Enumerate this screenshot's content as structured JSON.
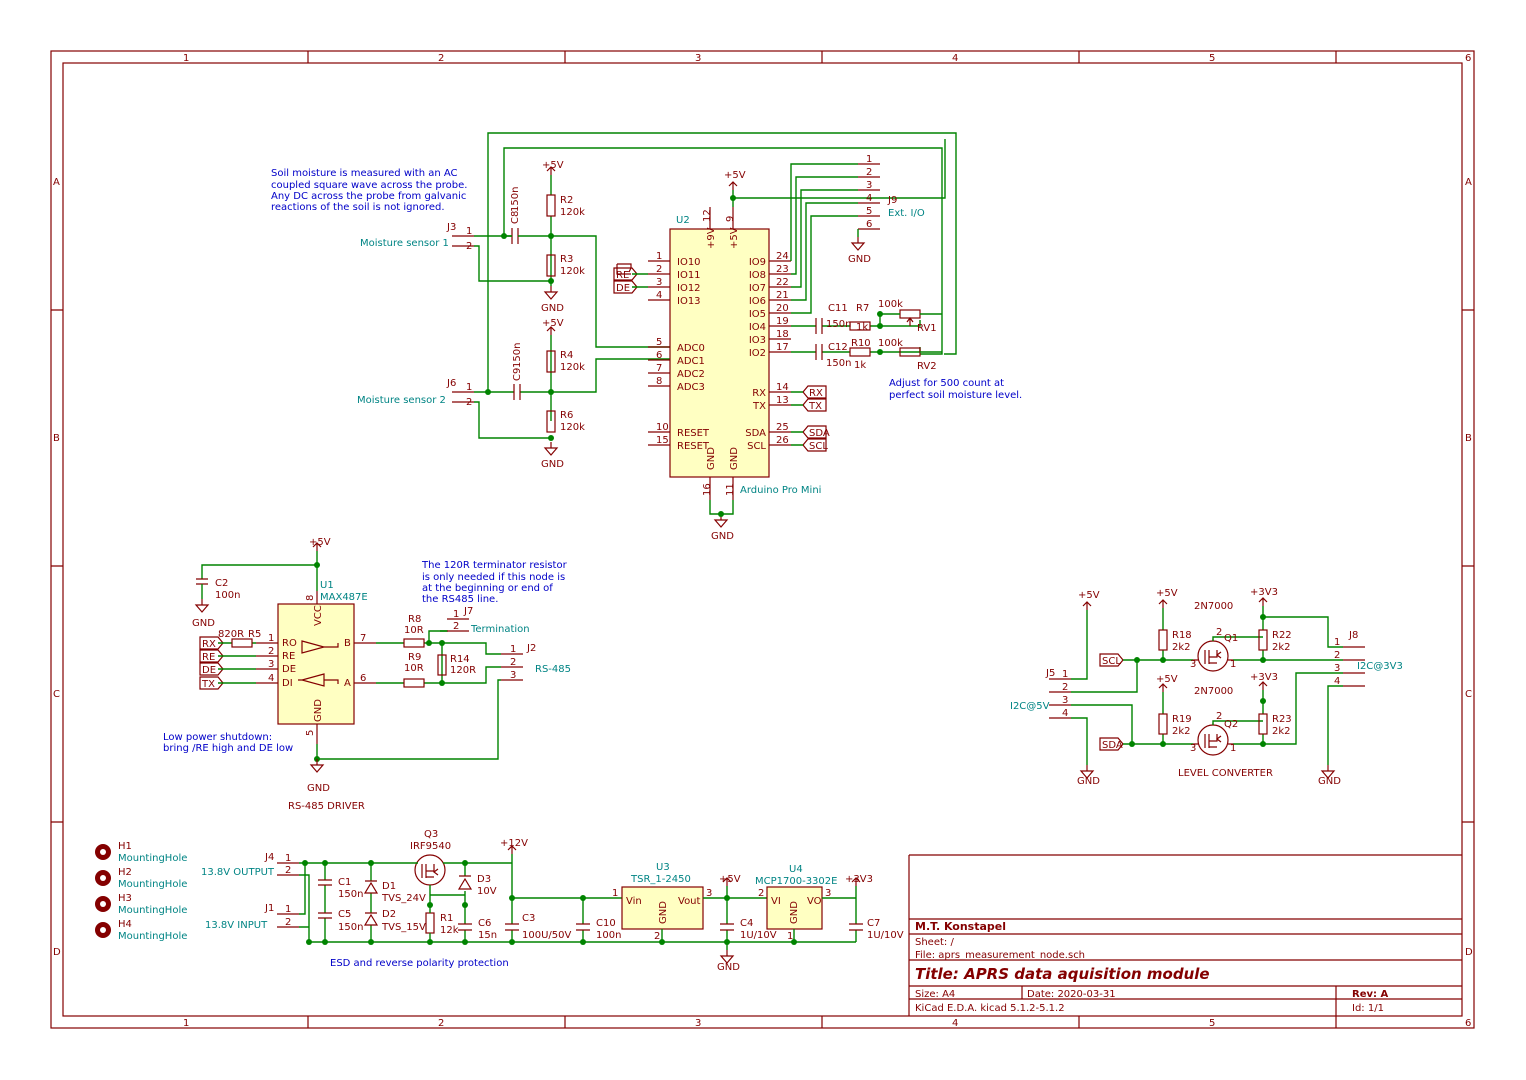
{
  "border": {
    "columns": [
      "1",
      "2",
      "3",
      "4",
      "5",
      "6"
    ],
    "rows": [
      "A",
      "B",
      "C",
      "D"
    ]
  },
  "title_block": {
    "author": "M.T. Konstapel",
    "sheet": "Sheet: /",
    "file": "File: aprs_measurement_node.sch",
    "title": "Title: APRS data aquisition module",
    "size": "Size: A4",
    "date": "Date: 2020-03-31",
    "rev": "Rev: A",
    "tool": "KiCad E.D.A.  kicad 5.1.2-5.1.2",
    "id": "Id: 1/1"
  },
  "notes": {
    "soil_line1": "Soil moisture is measured with an AC",
    "soil_line2": "coupled square wave across the probe.",
    "soil_line3": "Any DC across the probe from galvanic",
    "soil_line4": "reactions of the soil is not ignored.",
    "adjust_line1": "Adjust for 500 count at",
    "adjust_line2": "perfect soil moisture level.",
    "term_line1": "The 120R terminator resistor",
    "term_line2": "is only needed if this node is",
    "term_line3": "at the beginning or end of",
    "term_line4": "the RS485 line.",
    "lp_line1": "Low power shutdown:",
    "lp_line2": "bring /RE high and DE low",
    "rs485_driver": "RS-485 DRIVER",
    "esd": "ESD and reverse polarity protection",
    "level_converter": "LEVEL CONVERTER"
  },
  "power": {
    "p5v": "+5V",
    "p3v3": "+3V3",
    "p12v": "+12V",
    "gnd": "GND"
  },
  "arduino": {
    "ref": "U2",
    "name": "Arduino Pro Mini",
    "left_pins": [
      {
        "num": "1",
        "name": "IO10"
      },
      {
        "num": "2",
        "name": "IO11"
      },
      {
        "num": "3",
        "name": "IO12"
      },
      {
        "num": "4",
        "name": "IO13"
      },
      {
        "num": "5",
        "name": "ADC0"
      },
      {
        "num": "6",
        "name": "ADC1"
      },
      {
        "num": "7",
        "name": "ADC2"
      },
      {
        "num": "8",
        "name": "ADC3"
      },
      {
        "num": "10",
        "name": "RESET"
      },
      {
        "num": "15",
        "name": "RESET"
      }
    ],
    "right_pins": [
      {
        "num": "24",
        "name": "IO9"
      },
      {
        "num": "23",
        "name": "IO8"
      },
      {
        "num": "22",
        "name": "IO7"
      },
      {
        "num": "21",
        "name": "IO6"
      },
      {
        "num": "20",
        "name": "IO5"
      },
      {
        "num": "19",
        "name": "IO4"
      },
      {
        "num": "18",
        "name": "IO3"
      },
      {
        "num": "17",
        "name": "IO2"
      },
      {
        "num": "14",
        "name": "RX"
      },
      {
        "num": "13",
        "name": "TX"
      },
      {
        "num": "25",
        "name": "SDA"
      },
      {
        "num": "26",
        "name": "SCL"
      }
    ],
    "top_pins": [
      {
        "num": "12",
        "name": "+9V"
      },
      {
        "num": "9",
        "name": "+5V"
      }
    ],
    "bottom_pins": [
      {
        "num": "16",
        "name": "GND"
      },
      {
        "num": "11",
        "name": "GND"
      }
    ]
  },
  "components": {
    "J3": "J3",
    "J3_name": "Moisture sensor 1",
    "J6": "J6",
    "J6_name": "Moisture sensor 2",
    "C8": "C8",
    "C8v": "150n",
    "C9": "C9",
    "C9v": "150n",
    "R2": "R2",
    "R2v": "120k",
    "R3": "R3",
    "R3v": "120k",
    "R4": "R4",
    "R4v": "120k",
    "R6": "R6",
    "R6v": "120k",
    "J9": "J9",
    "J9_name": "Ext. I/O",
    "C11": "C11",
    "C11v": "150n",
    "C12": "C12",
    "C12v": "150n",
    "R7": "R7",
    "R7v": "1k",
    "R10": "R10",
    "R10v": "1k",
    "RV1": "RV1",
    "RV1v": "100k",
    "RV2": "RV2",
    "RV2v": "100k",
    "U1": "U1",
    "U1v": "MAX487E",
    "C2": "C2",
    "C2v": "100n",
    "R5": "R5",
    "R5v": "820R",
    "R8": "R8",
    "R8v": "10R",
    "R9": "R9",
    "R9v": "10R",
    "R14": "R14",
    "R14v": "120R",
    "J7": "J7",
    "J7_name": "Termination",
    "J2": "J2",
    "J2_name": "RS-485",
    "J5": "J5",
    "J5_name": "I2C@5V",
    "J8": "J8",
    "J8_name": "I2C@3V3",
    "R18": "R18",
    "R18v": "2k2",
    "R19": "R19",
    "R19v": "2k2",
    "R22": "R22",
    "R22v": "2k2",
    "R23": "R23",
    "R23v": "2k2",
    "Q1": "Q1",
    "Q2": "Q2",
    "Qv": "2N7000",
    "H1": "H1",
    "H2": "H2",
    "H3": "H3",
    "H4": "H4",
    "Hv": "MountingHole",
    "J4": "J4",
    "J4_name": "13.8V OUTPUT",
    "J1": "J1",
    "J1_name": "13.8V INPUT",
    "C1": "C1",
    "C1v": "150n",
    "C5": "C5",
    "C5v": "150n",
    "D1": "D1",
    "D1v": "TVS_24V",
    "D2": "D2",
    "D2v": "TVS_15V",
    "Q3": "Q3",
    "Q3v": "IRF9540",
    "R1": "R1",
    "R1v": "12k",
    "C6": "C6",
    "C6v": "15n",
    "D3": "D3",
    "D3v": "10V",
    "C3": "C3",
    "C3v": "100U/50V",
    "C10": "C10",
    "C10v": "100n",
    "U3": "U3",
    "U3v": "TSR_1-2450",
    "C4": "C4",
    "C4v": "1U/10V",
    "U4": "U4",
    "U4v": "MCP1700-3302E",
    "C7": "C7",
    "C7v": "1U/10V"
  },
  "ic_pins": {
    "u1": [
      "RO",
      "RE",
      "DE",
      "DI",
      "VCC",
      "GND",
      "B",
      "A"
    ],
    "u3": [
      "Vin",
      "Vout",
      "GND"
    ],
    "u4": [
      "VI",
      "VO",
      "GND"
    ]
  },
  "net_labels": {
    "rx": "RX",
    "tx": "TX",
    "re": "RE",
    "de": "DE",
    "sda": "SDA",
    "scl": "SCL"
  }
}
